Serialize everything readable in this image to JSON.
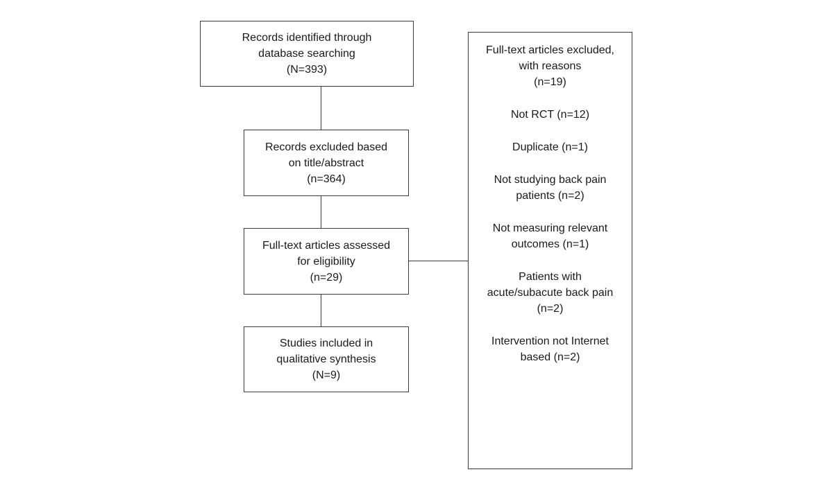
{
  "flow": {
    "identified": {
      "lines": [
        "Records identified through",
        "database searching",
        "(N=393)"
      ]
    },
    "screened": {
      "lines": [
        "Records excluded based",
        "on title/abstract",
        "(n=364)"
      ]
    },
    "eligible": {
      "lines": [
        "Full-text articles assessed",
        "for eligibility",
        "(n=29)"
      ]
    },
    "included": {
      "lines": [
        "Studies included in",
        "qualitative synthesis",
        "(N=9)"
      ]
    }
  },
  "excluded": {
    "header": [
      "Full-text articles excluded,",
      "with reasons",
      "(n=19)"
    ],
    "reasons": [
      [
        "Not RCT (n=12)"
      ],
      [
        "Duplicate (n=1)"
      ],
      [
        "Not studying back pain",
        "patients (n=2)"
      ],
      [
        "Not measuring relevant",
        "outcomes (n=1)"
      ],
      [
        "Patients with",
        "acute/subacute back pain",
        "(n=2)"
      ],
      [
        "Intervention not Internet",
        "based (n=2)"
      ]
    ]
  },
  "colors": {
    "border": "#3a3a3a",
    "text": "#1a1a1a",
    "background": "#ffffff"
  }
}
